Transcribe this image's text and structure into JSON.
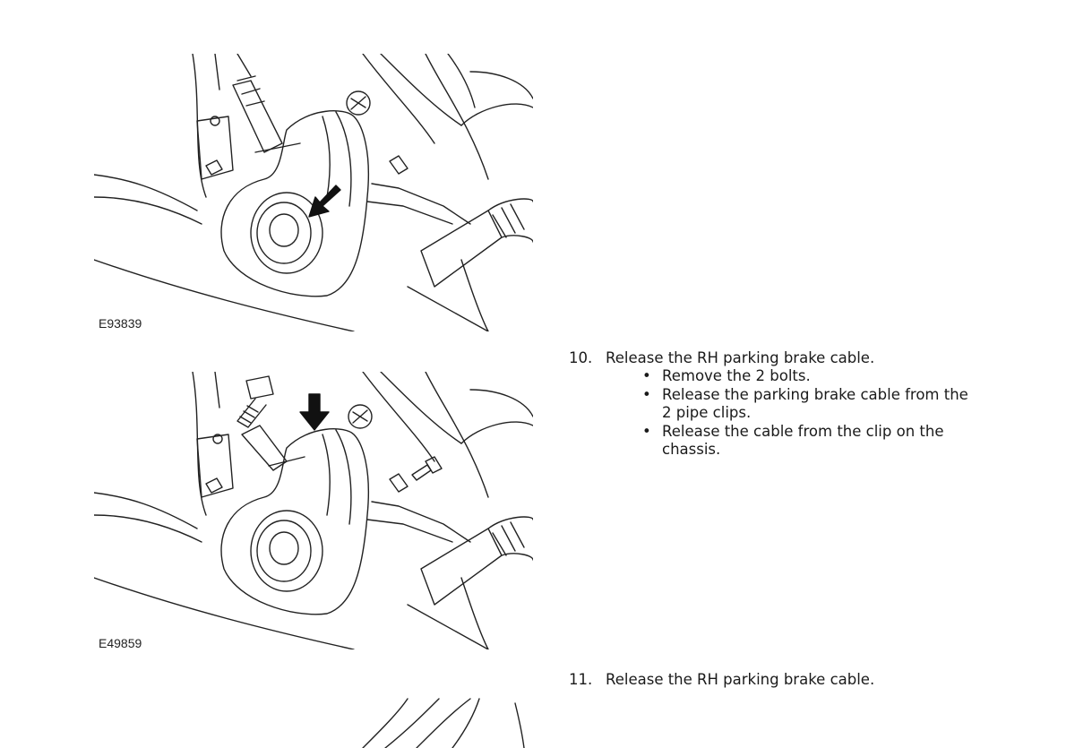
{
  "figures": [
    {
      "id_label": "E93839"
    },
    {
      "id_label": "E49859"
    }
  ],
  "steps": [
    {
      "number": "10.",
      "text": "Release the RH parking brake cable.",
      "bullets": [
        "Remove the 2 bolts.",
        "Release the parking brake cable from the 2 pipe clips.",
        "Release the cable from the clip on the chassis."
      ]
    },
    {
      "number": "11.",
      "text": "Release the RH parking brake cable."
    }
  ],
  "icons": {
    "bullet": "•"
  }
}
